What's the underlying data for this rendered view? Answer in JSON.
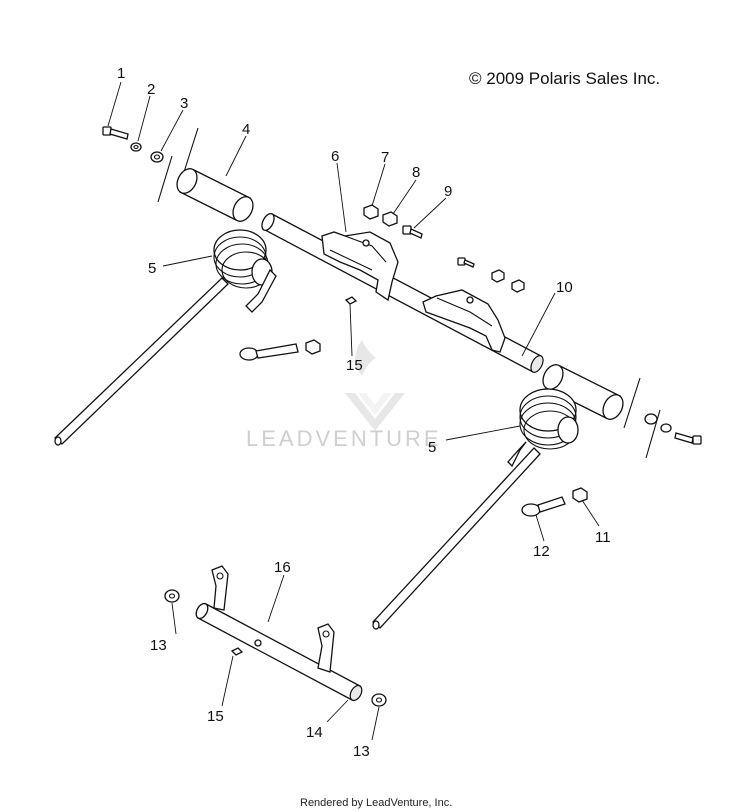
{
  "copyright": "© 2009 Polaris Sales Inc.",
  "watermark": "LEADVENTURE",
  "footer": "Rendered by LeadVenture, Inc.",
  "callouts": [
    "1",
    "2",
    "3",
    "4",
    "5",
    "6",
    "7",
    "8",
    "9",
    "10",
    "5",
    "11",
    "12",
    "13",
    "15",
    "16",
    "13",
    "14",
    "15"
  ]
}
